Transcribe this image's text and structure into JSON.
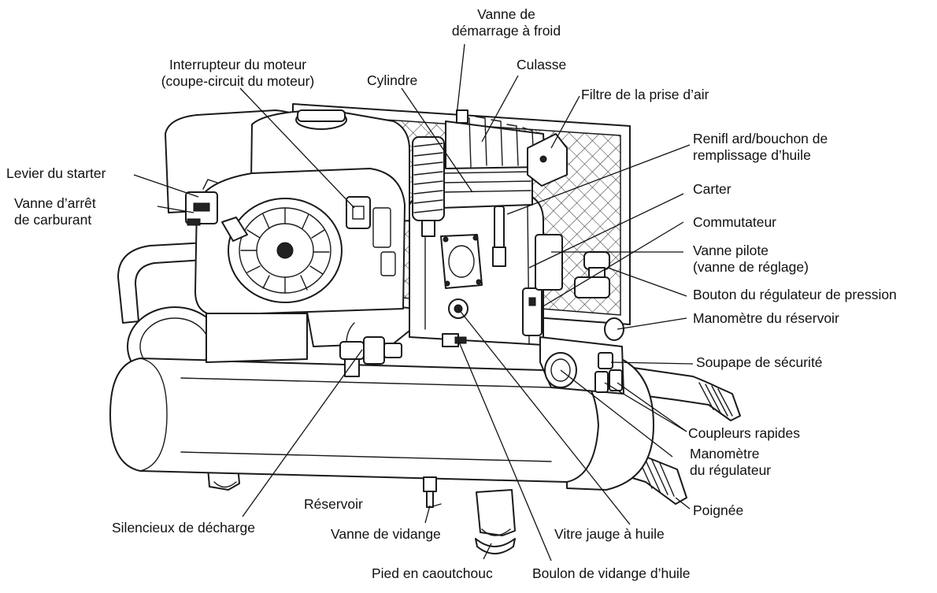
{
  "labels": {
    "vanne_demarrage": "Vanne de\ndémarrage à froid",
    "interrupteur": "Interrupteur du moteur\n(coupe-circuit du moteur)",
    "culasse": "Culasse",
    "cylindre": "Cylindre",
    "filtre": "Filtre de la prise d’air",
    "reniflard": "Renifl ard/bouchon de\nremplissage d’huile",
    "levier_starter": "Levier du starter",
    "vanne_arret": "Vanne d’arrêt\nde carburant",
    "carter": "Carter",
    "commutateur": "Commutateur",
    "vanne_pilote": "Vanne pilote\n(vanne de réglage)",
    "bouton_regulateur": "Bouton du régulateur de pression",
    "manometre_reservoir": "Manomètre du réservoir",
    "soupape": "Soupape de sécurité",
    "coupleurs": "Coupleurs rapides",
    "manometre_regulateur": "Manomètre\ndu régulateur",
    "poignee": "Poignée",
    "reservoir": "Réservoir",
    "silencieux": "Silencieux de décharge",
    "vanne_vidange": "Vanne de vidange",
    "vitre_jauge": "Vitre jauge à huile",
    "pied": "Pied en caoutchouc",
    "boulon": "Boulon de vidange d’huile"
  },
  "colors": {
    "line": "#111111",
    "background": "#ffffff"
  }
}
